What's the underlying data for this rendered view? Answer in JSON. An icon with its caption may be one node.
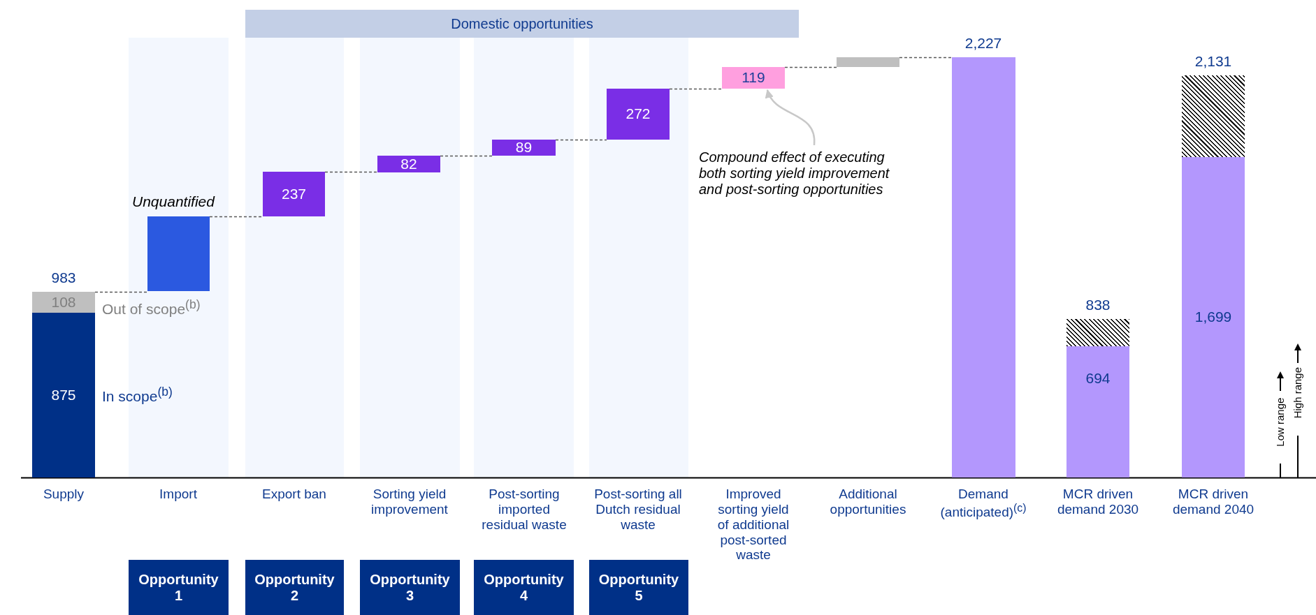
{
  "diagram": {
    "nodes": [
      {
        "text": [
          "Domestic opportunities"
        ]
      },
      {
        "text": [
          "108"
        ],
        "beside": [
          "983",
          "Out of scope$^{(b)}$"
        ]
      },
      {
        "text": [
          "875"
        ],
        "beside": [
          "In scope$^{(b)}$"
        ]
      },
      {
        "text": [],
        "shape": "bar",
        "beside": [
          "Unquantified"
        ]
      },
      {
        "text": [
          "237"
        ]
      },
      {
        "text": [
          "82"
        ]
      },
      {
        "text": [
          "89"
        ]
      },
      {
        "text": [
          "272"
        ]
      },
      {
        "text": [
          "119"
        ]
      },
      {
        "text": [],
        "shape": "bar"
      },
      {
        "text": [],
        "shape": "bar",
        "beside": [
          "2,227"
        ]
      },
      {
        "text": [],
        "shape": "bar",
        "beside": [
          "838"
        ]
      },
      {
        "text": [
          "694"
        ]
      },
      {
        "text": [],
        "shape": "bar",
        "beside": [
          "2,131"
        ]
      },
      {
        "text": [
          "1,699"
        ]
      },
      {
        "text": [
          "Compound effect of executing both sorting yield improvement and post-sorting opportunities"
        ]
      },
      {
        "text": [
          "Opportunity 1"
        ]
      },
      {
        "text": [
          "Opportunity 2"
        ]
      },
      {
        "text": [
          "Opportunity 3"
        ]
      },
      {
        "text": [
          "Opportunity 4"
        ]
      },
      {
        "text": [
          "Opportunity 5"
        ]
      }
    ],
    "edges": [
      {
        "from": 1,
        "to": 3,
        "arrow": "none",
        "style": "dashed"
      },
      {
        "from": 3,
        "to": 4,
        "arrow": "none",
        "style": "dashed"
      },
      {
        "from": 4,
        "to": 5,
        "arrow": "none",
        "style": "dashed"
      },
      {
        "from": 5,
        "to": 6,
        "arrow": "none",
        "style": "dashed"
      },
      {
        "from": 6,
        "to": 7,
        "arrow": "none",
        "style": "dashed"
      },
      {
        "from": 7,
        "to": 8,
        "arrow": "none",
        "style": "dashed"
      },
      {
        "from": 8,
        "to": 9,
        "arrow": "none",
        "style": "dashed"
      },
      {
        "from": 9,
        "to": 10,
        "arrow": "none",
        "style": "dashed"
      },
      {
        "from": 15,
        "to": 8,
        "arrow": "to",
        "color": "#c8c8c8"
      }
    ],
    "labels": [
      "Supply",
      "Import",
      "Export ban",
      "Sorting yield improvement",
      "Post-sorting imported residual waste",
      "Post-sorting all Dutch residual waste",
      "Improved sorting yield of additional post-sorted waste",
      "Additional opportunities",
      "Demand (anticipated)$^{(c)}$",
      "MCR driven demand 2030",
      "MCR driven demand 2040",
      "Low range",
      "High range"
    ]
  }
}
